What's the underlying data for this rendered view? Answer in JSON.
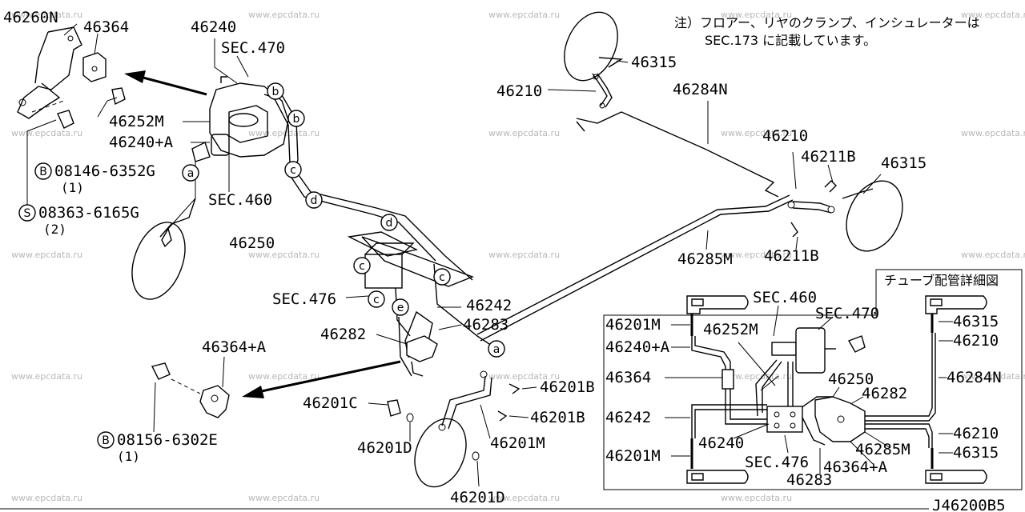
{
  "watermark": "www.epcdata.ru",
  "note": {
    "line1": "注）フロアー、リヤのクランプ、インシュレーターは",
    "line2": "SEC.173 に記載しています。"
  },
  "detail_title": "チューブ配管詳細図",
  "diagram_code": "J46200B5",
  "main_labels": {
    "p46260N": "46260N",
    "p46364": "46364",
    "p46240": "46240",
    "sec470": "SEC.470",
    "p46252M": "46252M",
    "p46240A": "46240+A",
    "b_bolt": "08146-6352G",
    "b_qty": "(1)",
    "sec460": "SEC.460",
    "s_screw": "08363-6165G",
    "s_qty": "(2)",
    "p46250": "46250",
    "sec476": "SEC.476",
    "p46242": "46242",
    "p46283": "46283",
    "p46282": "46282",
    "p46364A": "46364+A",
    "b2_bolt": "08156-6302E",
    "b2_qty": "(1)",
    "p46201C": "46201C",
    "p46201D_1": "46201D",
    "p46201D_2": "46201D",
    "p46201M": "46201M",
    "p46201B_1": "46201B",
    "p46201B_2": "46201B",
    "p46315_top": "46315",
    "p46210_top": "46210",
    "p46284N": "46284N",
    "p46210_right": "46210",
    "p46211B_top": "46211B",
    "p46315_right": "46315",
    "p46285M": "46285M",
    "p46211B_bot": "46211B",
    "mark_B": "B",
    "mark_S": "S",
    "mark_B2": "B"
  },
  "circle_marks": {
    "a1": "a",
    "b1": "b",
    "b2": "b",
    "c1": "c",
    "d1": "d",
    "d2": "d",
    "c2": "c",
    "c3": "c",
    "c4": "c",
    "e1": "e",
    "a2": "a"
  },
  "detail_labels": {
    "sec460": "SEC.460",
    "sec470": "SEC.470",
    "p46201M_top": "46201M",
    "p46240A": "46240+A",
    "p46252M": "46252M",
    "p46364": "46364",
    "p46250": "46250",
    "p46282": "46282",
    "p46242": "46242",
    "p46240": "46240",
    "p46201M_bot": "46201M",
    "sec476": "SEC.476",
    "p46364A": "46364+A",
    "p46283": "46283",
    "p46285M": "46285M",
    "p46315_top": "46315",
    "p46210_top": "46210",
    "p46284N": "46284N",
    "p46210_bot": "46210",
    "p46315_bot": "46315"
  }
}
